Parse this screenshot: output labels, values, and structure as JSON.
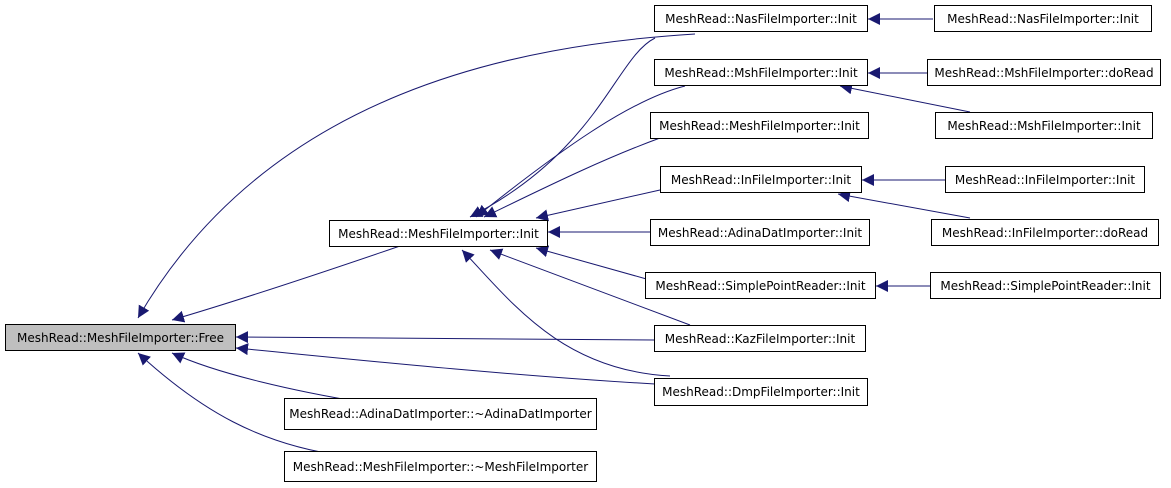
{
  "colors": {
    "edge": "#191970",
    "root_fill": "#bfbfbf",
    "node_fill": "#ffffff",
    "border": "#000000"
  },
  "nodes": {
    "free": "MeshRead::MeshFileImporter::Free",
    "meshfile_init_main": "MeshRead::MeshFileImporter::Init",
    "adinadat_destructor": "MeshRead::AdinaDatImporter::~AdinaDatImporter",
    "meshfile_destructor": "MeshRead::MeshFileImporter::~MeshFileImporter",
    "nas_init": "MeshRead::NasFileImporter::Init",
    "msh_init": "MeshRead::MshFileImporter::Init",
    "meshfile_init_leaf": "MeshRead::MeshFileImporter::Init",
    "in_init": "MeshRead::InFileImporter::Init",
    "adinadat_init": "MeshRead::AdinaDatImporter::Init",
    "simplepoint_init": "MeshRead::SimplePointReader::Init",
    "kaz_init": "MeshRead::KazFileImporter::Init",
    "dmp_init": "MeshRead::DmpFileImporter::Init",
    "nas_init_caller": "MeshRead::NasFileImporter::Init",
    "msh_doread": "MeshRead::MshFileImporter::doRead",
    "msh_init_caller": "MeshRead::MshFileImporter::Init",
    "in_init_caller": "MeshRead::InFileImporter::Init",
    "in_doread": "MeshRead::InFileImporter::doRead",
    "simplepoint_init_caller": "MeshRead::SimplePointReader::Init"
  }
}
